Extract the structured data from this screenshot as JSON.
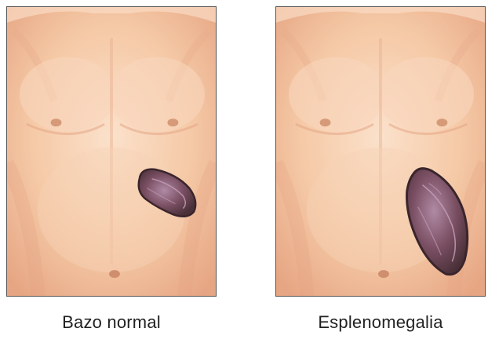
{
  "figure": {
    "left_panel": {
      "caption": "Bazo normal",
      "organ_state": "normal"
    },
    "right_panel": {
      "caption": "Esplenomegalia",
      "organ_state": "enlarged"
    }
  },
  "colors": {
    "skin_light": "#fbe3cf",
    "skin_mid": "#f3c4a0",
    "skin_shadow": "#e7a886",
    "spleen_dark": "#4a3038",
    "spleen_mid": "#7a4f63",
    "spleen_highlight": "#b08aa4",
    "border": "#555555",
    "caption_text": "#222222"
  }
}
